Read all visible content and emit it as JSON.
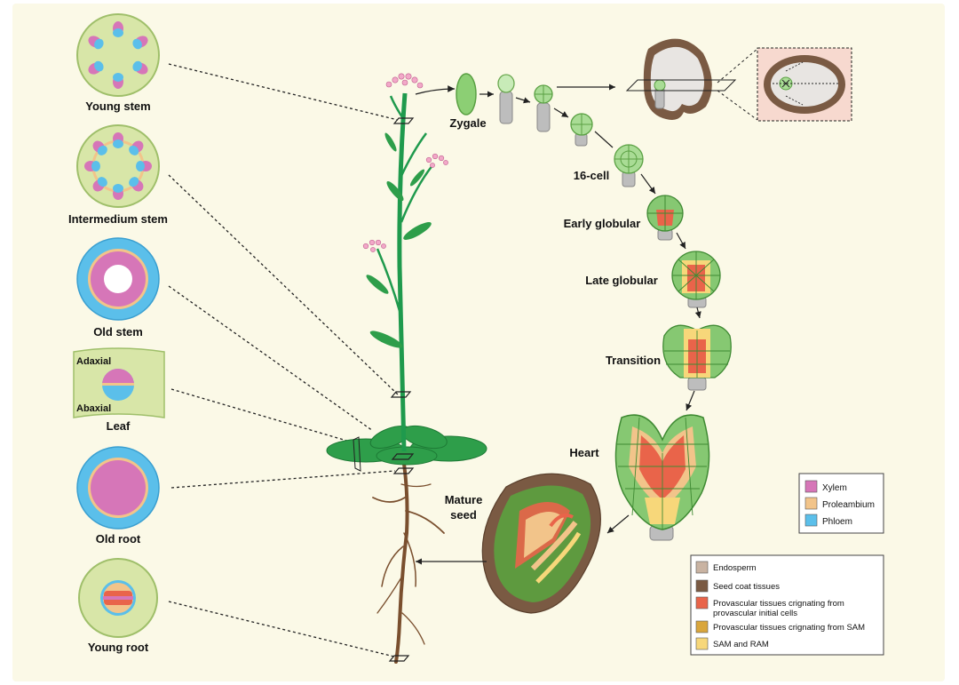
{
  "cross_sections": {
    "young_stem": "Young stem",
    "intermedium_stem": "Intermedium stem",
    "old_stem": "Old stem",
    "leaf": "Leaf",
    "adaxial": "Adaxial",
    "abaxial": "Abaxial",
    "old_root": "Old root",
    "young_root": "Young root"
  },
  "stages": {
    "zygote": "Zygale",
    "cell16": "16-cell",
    "early_globular": "Early globular",
    "late_globular": "Late globular",
    "transition": "Transition",
    "heart": "Heart",
    "mature_seed_1": "Mature",
    "mature_seed_2": "seed"
  },
  "legend_tissue": [
    {
      "label": "Xylem",
      "color": "#d676b8"
    },
    {
      "label": "Proleambium",
      "color": "#f2c48a"
    },
    {
      "label": "Phloem",
      "color": "#5bbfea"
    }
  ],
  "legend_seed": [
    {
      "label": "Endosperm",
      "color": "#c9b3a2"
    },
    {
      "label": "Seed coat tissues",
      "color": "#7a5a43"
    },
    {
      "label": "Provascular tissues crignating from",
      "label2": "provascular initial cells",
      "color": "#e9644a"
    },
    {
      "label": "Provascular tissues crignating from SAM",
      "color": "#d9a63c"
    },
    {
      "label": "SAM and RAM",
      "color": "#f7d77a"
    }
  ]
}
